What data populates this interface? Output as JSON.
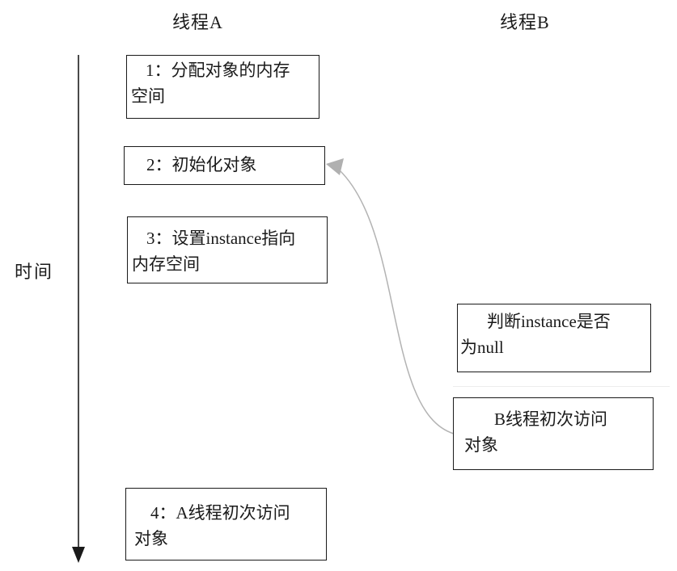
{
  "colors": {
    "background": "#ffffff",
    "text": "#1a1a1a",
    "box-border": "#1a1a1a",
    "box-bg": "#ffffff",
    "axis": "#4a4a4a",
    "axis-arrow": "#1a1a1a",
    "connector": "#b3b3b3",
    "connector-arrow": "#b0b0b0",
    "artifact": "#ededed"
  },
  "headers": {
    "thread_a": "线程A",
    "thread_b": "线程B"
  },
  "time_axis": {
    "label": "时间"
  },
  "thread_a": {
    "steps": [
      {
        "id": "1",
        "text": "1：分配对象的内存\n空间"
      },
      {
        "id": "2",
        "text": "2：初始化对象"
      },
      {
        "id": "3",
        "text": "3：设置instance指向\n内存空间"
      },
      {
        "id": "4",
        "text": "4：A线程初次访问\n对象"
      }
    ]
  },
  "thread_b": {
    "steps": [
      {
        "text": "判断instance是否\n为null"
      },
      {
        "text": "B线程初次访问\n对象"
      }
    ]
  },
  "connector": {
    "description": "curved gray arrow from B线程初次访问对象 box to 2：初始化对象 box"
  }
}
